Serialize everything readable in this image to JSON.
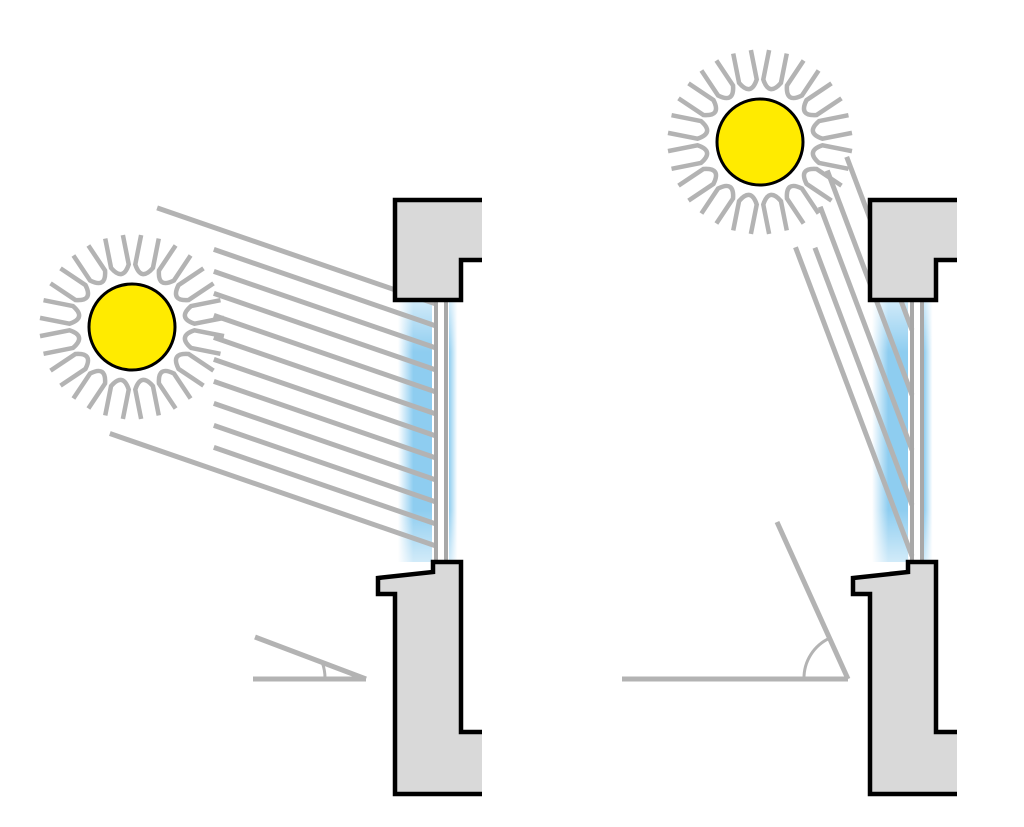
{
  "colors": {
    "sun_fill": "#ffeb00",
    "sun_outline": "#000000",
    "ray": "#b3b3b3",
    "wall_fill": "#d9d9d9",
    "wall_outline": "#000000",
    "glass_light": "#ffffff",
    "glass_blue": "#8ecdf0",
    "pane": "#a8a8a8",
    "background": "#ffffff"
  },
  "panels": [
    {
      "sun_elevation": "low",
      "ray_angle": "shallow",
      "icons": [
        "sun-icon",
        "window-section",
        "angle-marker"
      ]
    },
    {
      "sun_elevation": "high",
      "ray_angle": "steep",
      "icons": [
        "sun-icon",
        "window-section",
        "angle-marker"
      ]
    }
  ]
}
